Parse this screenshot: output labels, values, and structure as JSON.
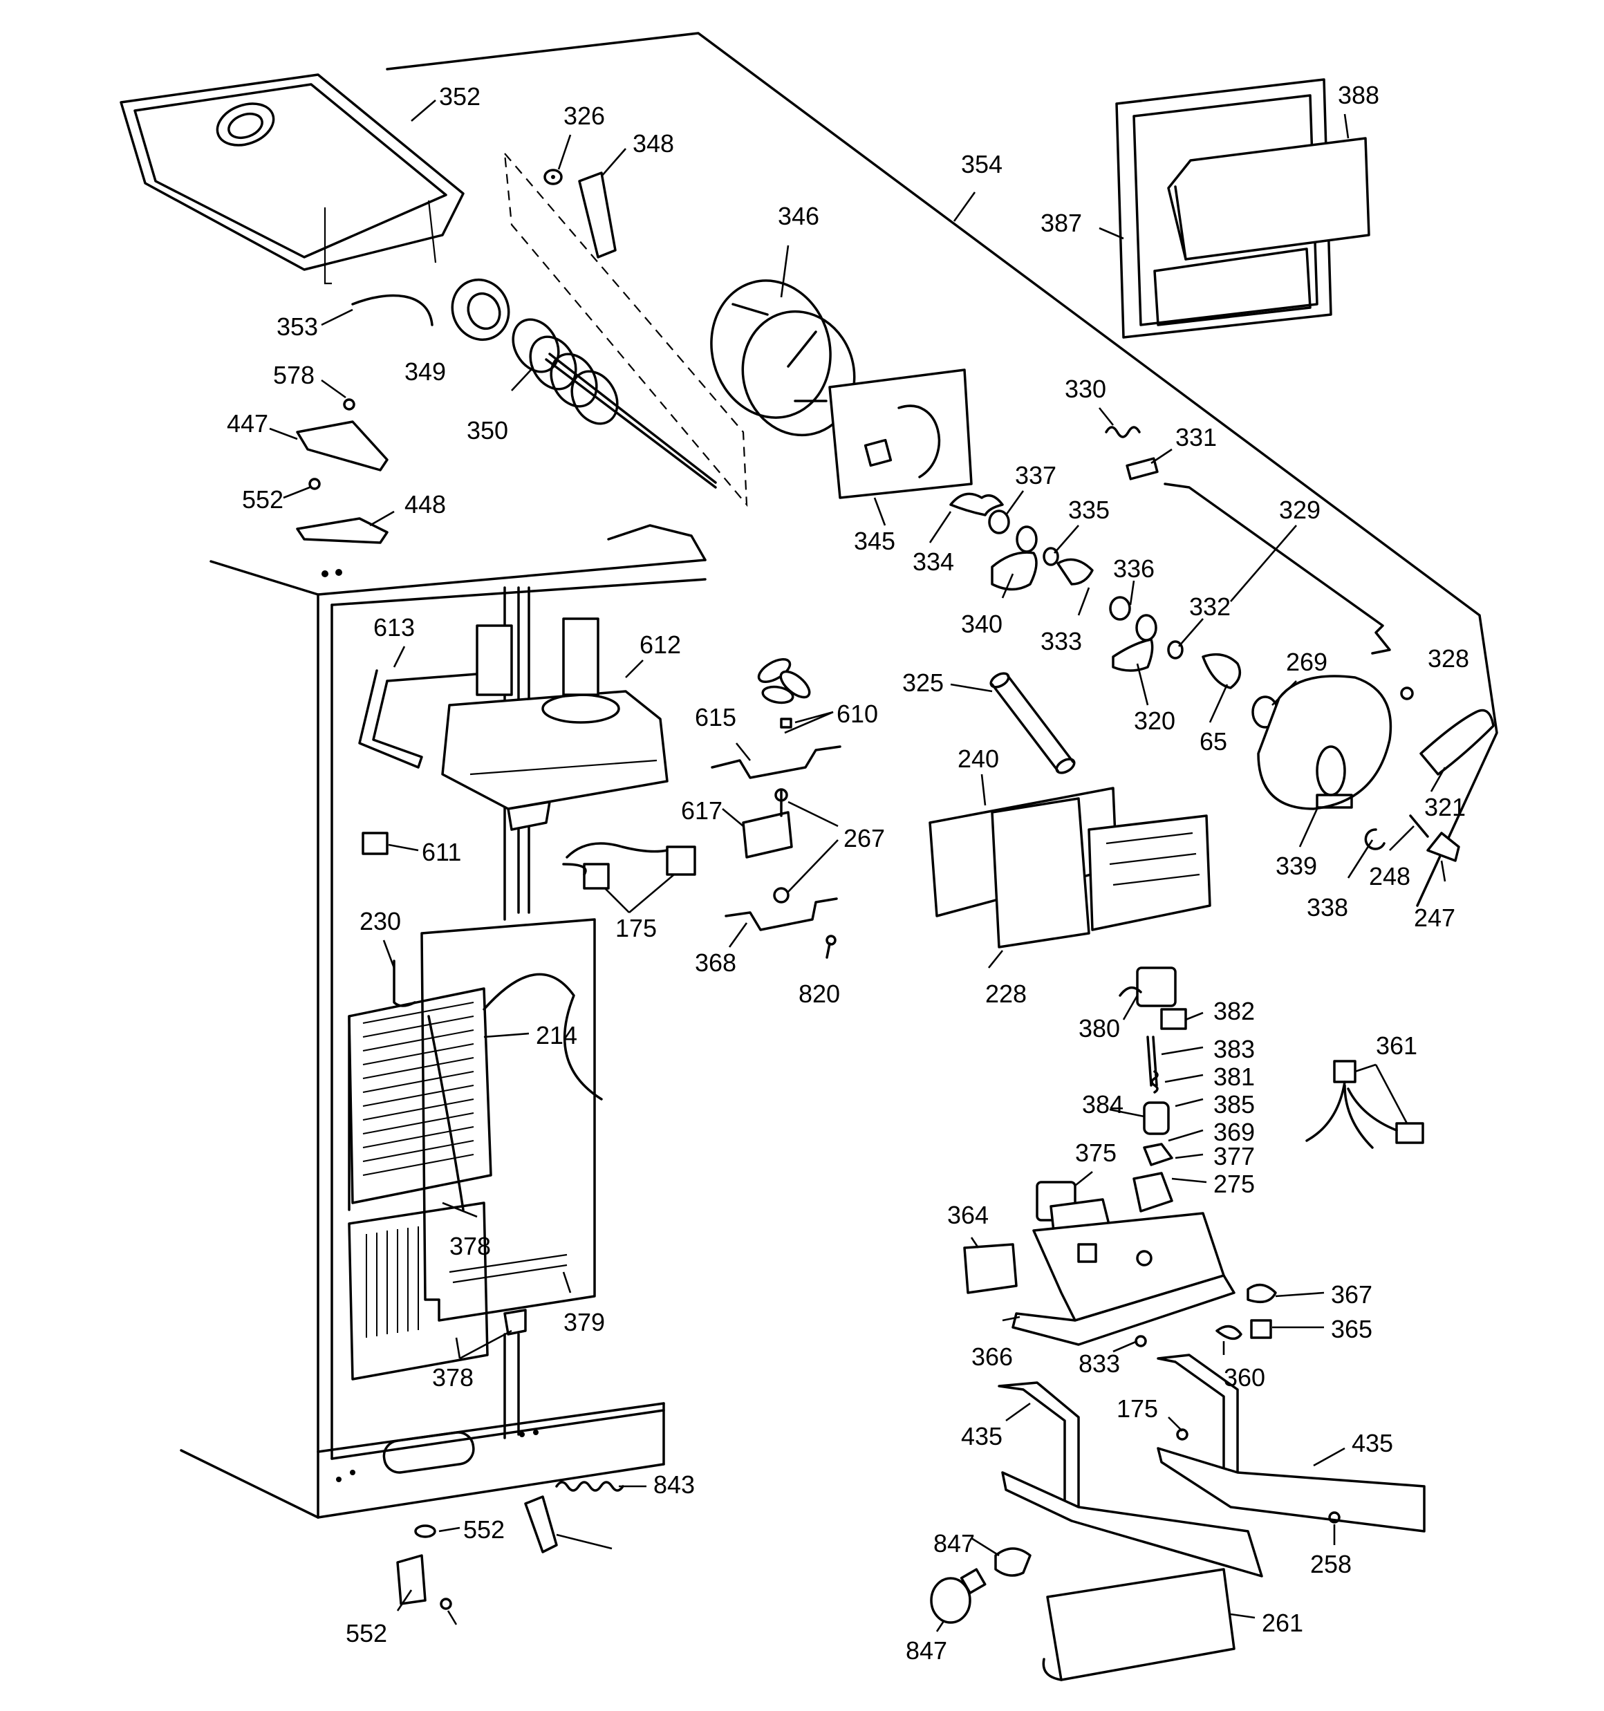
{
  "diagram": {
    "callouts": [
      "352",
      "326",
      "348",
      "346",
      "354",
      "388",
      "387",
      "353",
      "349",
      "350",
      "578",
      "447",
      "552",
      "448",
      "345",
      "330",
      "331",
      "337",
      "335",
      "334",
      "340",
      "333",
      "329",
      "336",
      "332",
      "320",
      "65",
      "269",
      "328",
      "325",
      "321",
      "339",
      "338",
      "248",
      "247",
      "613",
      "612",
      "610",
      "615",
      "617",
      "267",
      "611",
      "175",
      "368",
      "820",
      "240",
      "228",
      "230",
      "214",
      "378",
      "379",
      "380",
      "382",
      "383",
      "381",
      "384",
      "385",
      "369",
      "377",
      "375",
      "275",
      "361",
      "364",
      "366",
      "367",
      "365",
      "833",
      "360",
      "175",
      "435",
      "258",
      "847",
      "261",
      "843",
      "552"
    ]
  }
}
